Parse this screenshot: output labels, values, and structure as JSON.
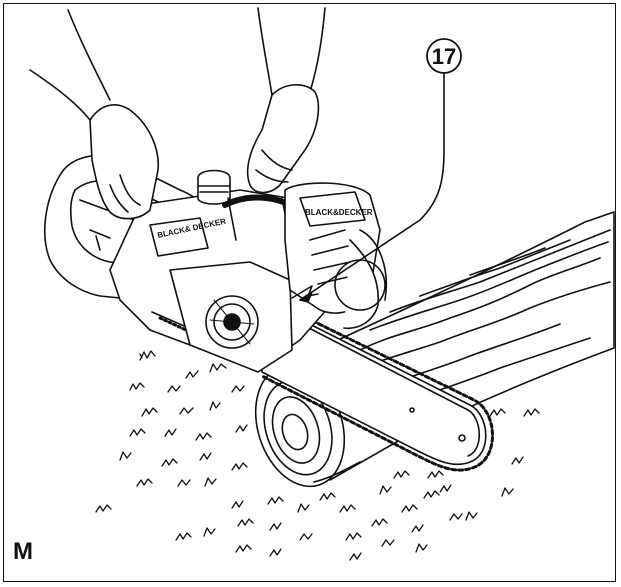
{
  "figure": {
    "label": "M",
    "callout_number": "17",
    "brand_text": "BLACK& DECKER"
  },
  "colors": {
    "ink": "#111111",
    "fill": "#ffffff",
    "shade": "#cfcfcf"
  }
}
